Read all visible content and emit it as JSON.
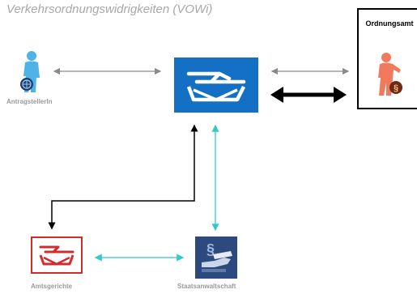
{
  "title": "Verkehrsordnungswidrigkeiten (VOWi)",
  "nodes": {
    "applicant": {
      "label": "AntragstellerIn",
      "icon": "person-with-globe-icon"
    },
    "hub": {
      "label": "",
      "icon": "envelope-service-logo-icon",
      "color": "#1470c4"
    },
    "authority": {
      "label": "Ordnungsamt",
      "icon": "person-with-paragraph-icon"
    },
    "court": {
      "label": "Amtsgerichte",
      "icon": "envelope-service-logo-icon",
      "color": "#d22b2b"
    },
    "prosecutor": {
      "label": "Staatsanwaltschaft",
      "icon": "paragraph-hand-icon"
    }
  },
  "colors": {
    "gray_link": "#8a8a8a",
    "black_link": "#000000",
    "cyan_link": "#34c8c8"
  }
}
